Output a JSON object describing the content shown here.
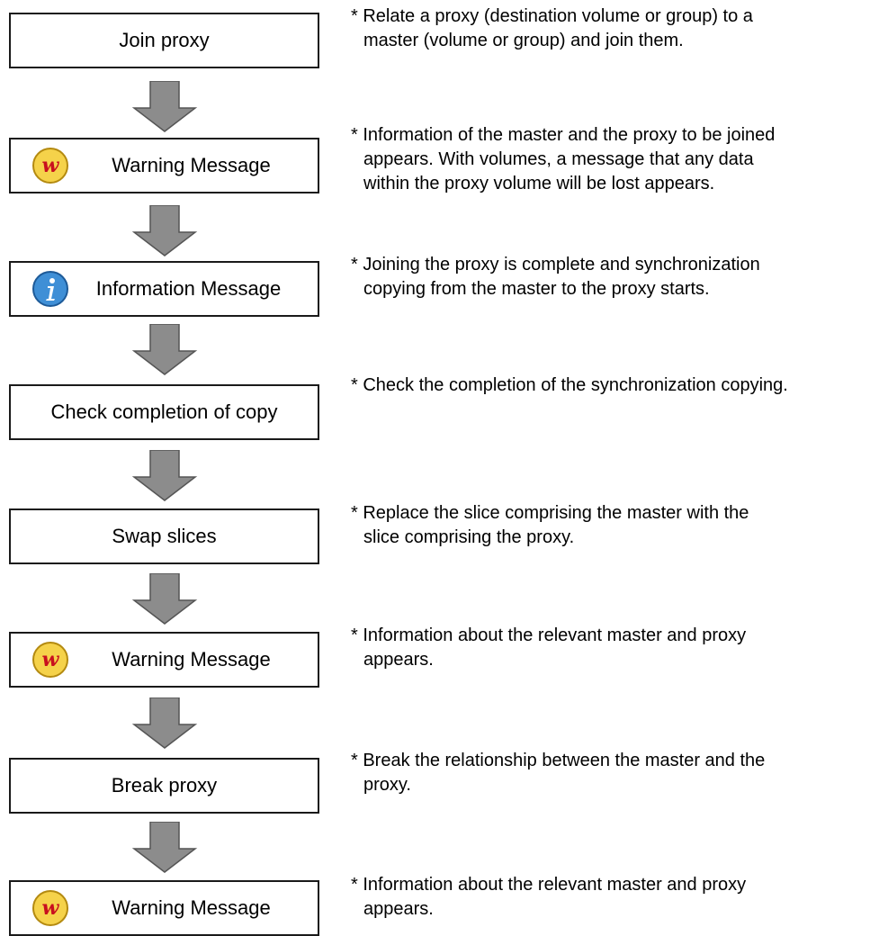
{
  "steps": [
    {
      "label": "Join proxy",
      "icon": null
    },
    {
      "label": "Warning Message",
      "icon": "warning-w-icon"
    },
    {
      "label": "Information Message",
      "icon": "information-i-icon"
    },
    {
      "label": "Check completion of copy",
      "icon": null
    },
    {
      "label": "Swap slices",
      "icon": null
    },
    {
      "label": "Warning Message",
      "icon": "warning-w-icon"
    },
    {
      "label": "Break proxy",
      "icon": null
    },
    {
      "label": "Warning Message",
      "icon": "warning-w-icon"
    }
  ],
  "notes": [
    {
      "lines": [
        "* Relate a proxy (destination volume or group) to  a",
        "master (volume or group) and join them."
      ]
    },
    {
      "lines": [
        "* Information of the master and the proxy to be joined",
        "appears. With volumes, a message that any data",
        "within the proxy volume will be lost appears."
      ]
    },
    {
      "lines": [
        "* Joining the proxy is complete and synchronization",
        "copying from the master to the proxy starts."
      ]
    },
    {
      "lines": [
        "* Check the completion of the synchronization copying."
      ]
    },
    {
      "lines": [
        "* Replace the slice comprising the master with the",
        "slice comprising the proxy."
      ]
    },
    {
      "lines": [
        "* Information about the relevant master and proxy",
        "appears."
      ]
    },
    {
      "lines": [
        "* Break the relationship between the master and the",
        "proxy."
      ]
    },
    {
      "lines": [
        "* Information about the relevant master and proxy",
        "appears."
      ]
    }
  ],
  "colors": {
    "arrow_fill": "#8c8c8c",
    "arrow_stroke": "#555555",
    "warning_icon_fill": "#f5d24a",
    "warning_icon_letter": "#c8101e",
    "info_icon_fill": "#3f8fd6"
  }
}
